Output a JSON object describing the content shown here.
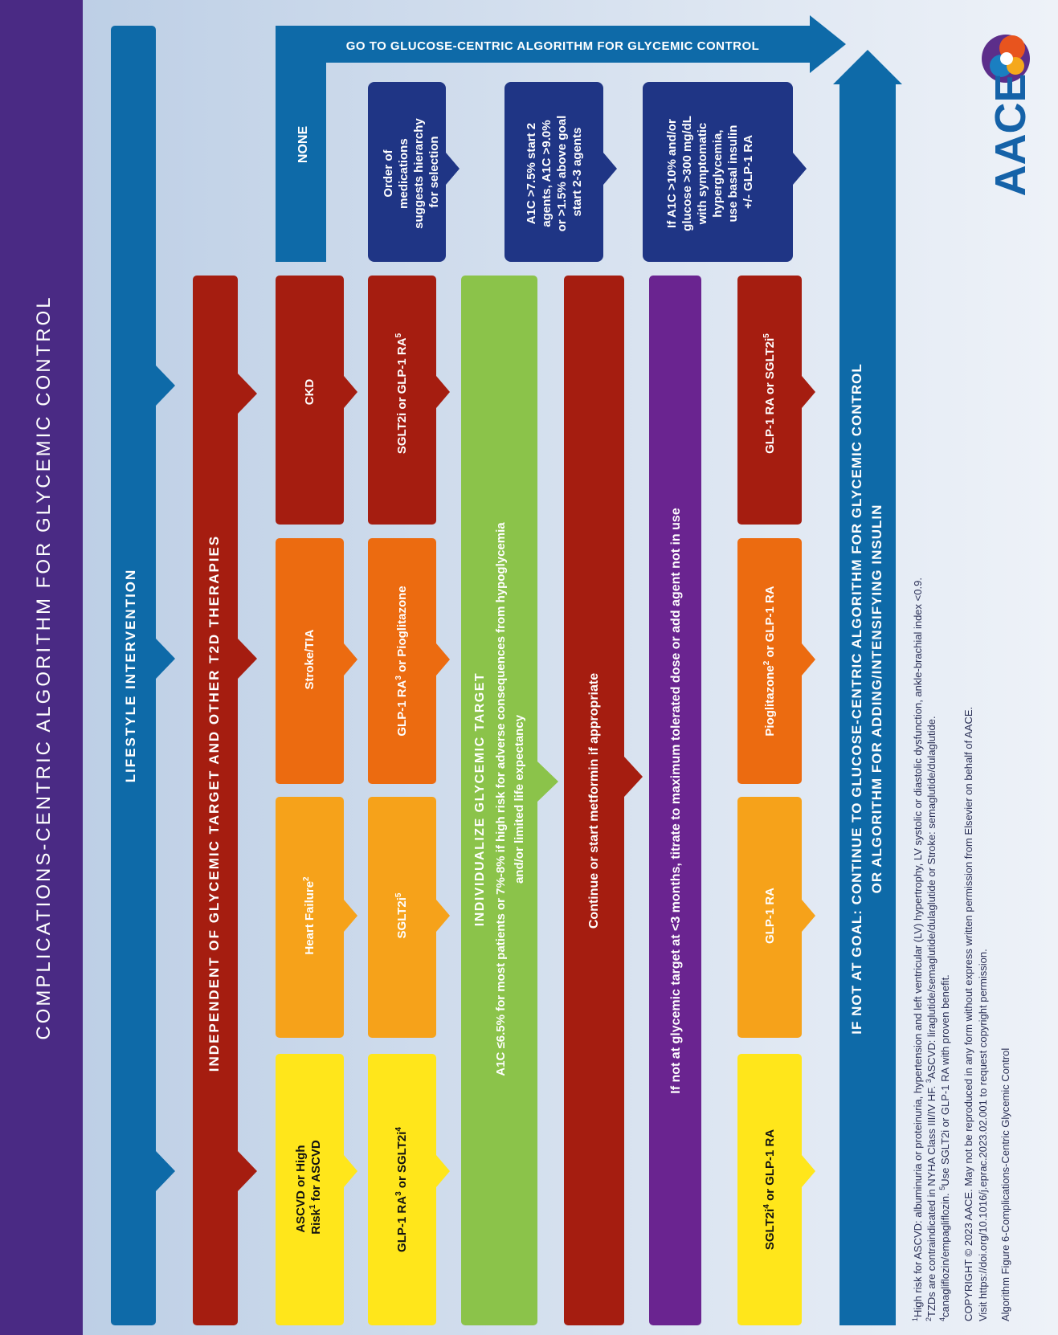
{
  "title": "COMPLICATIONS-CENTRIC ALGORITHM FOR GLYCEMIC CONTROL",
  "lifestyle": "LIFESTYLE INTERVENTION",
  "independent": "INDEPENDENT OF GLYCEMIC TARGET AND OTHER T2D THERAPIES",
  "conditions": [
    "ASCVD or High Risk1 for ASCVD",
    "Heart Failure2",
    "Stroke/TIA",
    "CKD",
    "NONE"
  ],
  "first_choice": [
    "GLP-1 RA3 or SGLT2i4",
    "SGLT2i5",
    "GLP-1 RA3 or Pioglitazone",
    "SGLT2i or GLP-1 RA5"
  ],
  "glucose_centric": "GO TO GLUCOSE-CENTRIC  ALGORITHM FOR GLYCEMIC  CONTROL",
  "notes": [
    "Order of medications suggests hierarchy for selection",
    "A1C >7.5% start 2 agents, A1C >9.0% or >1.5% above goal start 2-3 agents",
    "If A1C >10% and/or glucose >300 mg/dL with symptomatic hyperglycemia, use basal insulin +/- GLP-1 RA"
  ],
  "individualize_title": "INDIVIDUALIZE GLYCEMIC TARGET",
  "individualize_line1": "A1C ≤6.5% for most patients or 7%-8% if high risk for adverse consequences from hypoglycemia",
  "individualize_line2": "and/or limited life expectancy",
  "metformin": "Continue or start metformin if appropriate",
  "titrate": "If not at glycemic target at <3 months, titrate to maximum tolerated dose or add agent not in use",
  "second_choice": [
    "SGLT2i4 or GLP-1 RA",
    "GLP-1 RA",
    "Pioglitazone2 or GLP-1 RA",
    "GLP-1 RA or SGLT2i5"
  ],
  "not_at_goal_line1": "IF NOT AT GOAL: CONTINUE TO GLUCOSE-CENTRIC ALGORITHM FOR GLYCEMIC CONTROL",
  "not_at_goal_line2": "OR ALGORITHM FOR ADDING/INTENSIFYING INSULIN",
  "footnotes": [
    "1High risk for ASCVD: albuminuria or proteinuria, hypertension and left ventricular (LV) hypertrophy, LV systolic or diastolic dysfunction, ankle-brachial index <0.9.",
    "2TZDs are contraindicated in NYHA Class III/IV HF. 3ASCVD: liraglutide/semaglutide/dulaglutide or Stroke: semaglutide/dulaglutide.",
    "4canagliflozin/empagliflozin. 5Use SGLT2i or GLP-1 RA with proven benefit."
  ],
  "copyright_lines": [
    "COPYRIGHT © 2023 AACE. May not be reproduced in any form without express written permission from Elsevier on behalf of AACE.",
    "Visit https://doi.org/10.1016/j.eprac.2023.02.001 to request copyright permission."
  ],
  "figure_caption": "Algorithm Figure 6-Complications-Centric Glycemic Control",
  "logo_text": "AACE",
  "colors": {
    "purple_band": "#4a2a84",
    "navy": "#1f3585",
    "blue_arrow": "#0e6aa8",
    "dark_red": "#a51d10",
    "orange": "#ec6b10",
    "amber": "#f6a21a",
    "yellow": "#ffe61b",
    "green": "#8bc34a",
    "purple": "#6a2490"
  }
}
